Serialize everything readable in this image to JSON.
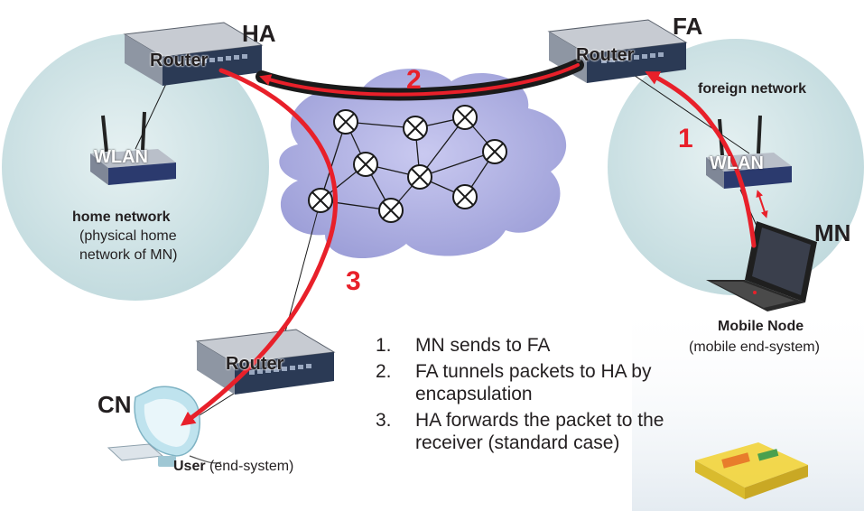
{
  "nodes": {
    "ha_label": "HA",
    "fa_label": "FA",
    "cn_label": "CN",
    "mn_label": "MN",
    "router_label": "Router",
    "wlan_label": "WLAN"
  },
  "networks": {
    "home_title": "home network",
    "home_desc_1": "(physical home",
    "home_desc_2": "network of MN)",
    "foreign_title": "foreign network"
  },
  "mobile_node": {
    "title": "Mobile Node",
    "desc": "(mobile end-system)"
  },
  "user": {
    "title": "User",
    "desc": "(end-system)"
  },
  "path_numbers": [
    "1",
    "2",
    "3"
  ],
  "steps": [
    {
      "num": "1.",
      "text": "MN sends to FA"
    },
    {
      "num": "2.",
      "text": "FA tunnels packets to HA by encapsulation"
    },
    {
      "num": "3.",
      "text": "HA forwards the packet to the receiver (standard case)"
    }
  ],
  "colors": {
    "path_red": "#e8202a",
    "tunnel_black": "#1a1a1a",
    "cloud": "#b7b8e6",
    "network_bubble": "#cfe3e6",
    "router_body": "#2b3a55"
  }
}
